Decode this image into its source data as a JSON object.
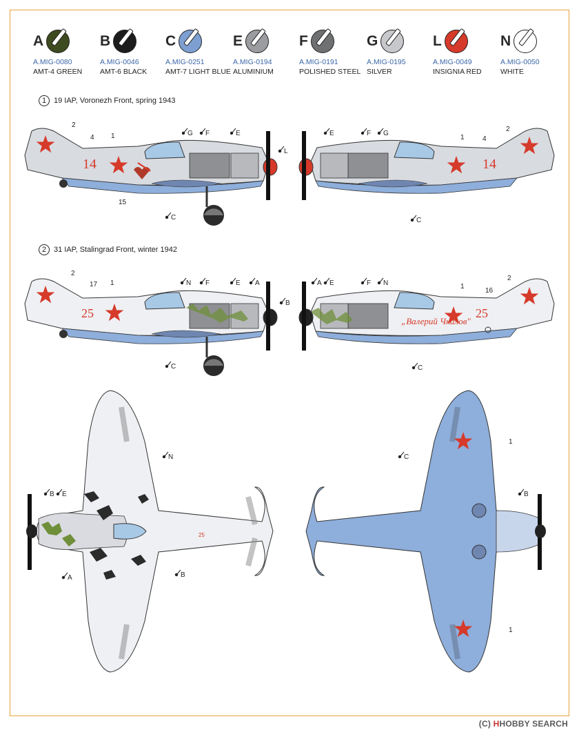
{
  "swatches": [
    {
      "letter": "A",
      "code": "A.MIG-0080",
      "name": "AMT-4 GREEN",
      "color": "#3e4a1f"
    },
    {
      "letter": "B",
      "code": "A.MIG-0046",
      "name": "AMT-6 BLACK",
      "color": "#1c1c1c"
    },
    {
      "letter": "C",
      "code": "A.MIG-0251",
      "name": "AMT-7 LIGHT BLUE",
      "color": "#7e9fd1"
    },
    {
      "letter": "E",
      "code": "A.MIG-0194",
      "name": "ALUMINIUM",
      "color": "#9a9ca0"
    },
    {
      "letter": "F",
      "code": "A.MIG-0191",
      "name": "POLISHED STEEL",
      "color": "#6f7072"
    },
    {
      "letter": "G",
      "code": "A.MIG-0195",
      "name": "SILVER",
      "color": "#c6c8cb"
    },
    {
      "letter": "L",
      "code": "A.MIG-0049",
      "name": "INSIGNIA RED",
      "color": "#d63a2a"
    },
    {
      "letter": "N",
      "code": "A.MIG-0050",
      "name": "WHITE",
      "color": "#ffffff"
    }
  ],
  "sections": [
    {
      "num": "1",
      "title": "19 IAP, Voronezh Front, spring 1943",
      "tail_number": "14"
    },
    {
      "num": "2",
      "title": "31 IAP, Stalingrad Front, winter 1942",
      "tail_number": "25",
      "inscription": "„Валерий Чкалов\""
    }
  ],
  "callouts": {
    "s1_left": [
      "2",
      "1",
      "4",
      "G",
      "F",
      "E",
      "15",
      "C",
      "L"
    ],
    "s1_right": [
      "E",
      "F",
      "G",
      "2",
      "1",
      "4",
      "C"
    ],
    "s2_left": [
      "2",
      "17",
      "1",
      "N",
      "F",
      "E",
      "A",
      "C",
      "B"
    ],
    "s2_right": [
      "A",
      "E",
      "F",
      "N",
      "1",
      "16",
      "2",
      "C"
    ],
    "top": [
      "N",
      "B",
      "E",
      "A",
      "B"
    ],
    "bottom": [
      "C",
      "1",
      "B",
      "1"
    ]
  },
  "watermark": {
    "brand": "HOBBY SEARCH",
    "prefix": "(C)"
  }
}
